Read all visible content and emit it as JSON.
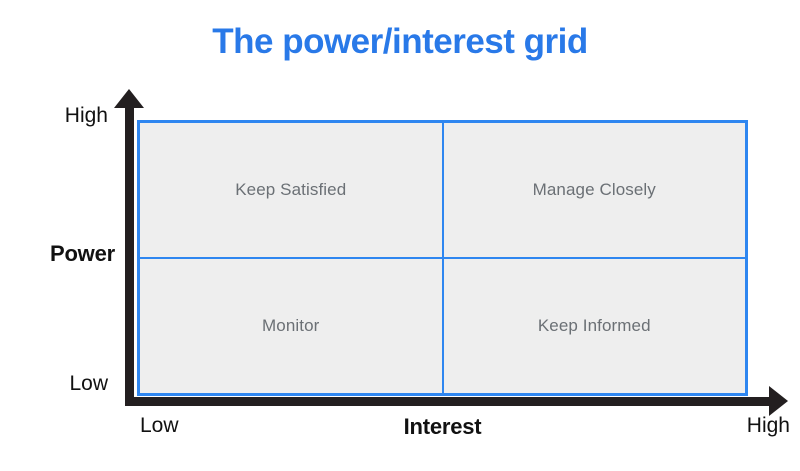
{
  "title": "The power/interest grid",
  "colors": {
    "title": "#2979e8",
    "grid_border": "#2e86f0",
    "cell_fill": "#eeeeee",
    "cell_text": "#6b7075",
    "axis": "#231f20"
  },
  "axes": {
    "y": {
      "title": "Power",
      "high_label": "High",
      "low_label": "Low",
      "arrow": "arrow-up-icon"
    },
    "x": {
      "title": "Interest",
      "low_label": "Low",
      "high_label": "High",
      "arrow": "arrow-right-icon"
    }
  },
  "chart_data": {
    "type": "table",
    "title": "The power/interest grid",
    "xlabel": "Interest",
    "ylabel": "Power",
    "x_ticks": [
      "Low",
      "High"
    ],
    "y_ticks": [
      "Low",
      "High"
    ],
    "grid": true,
    "legend": "none",
    "quadrants": [
      {
        "id": "top-left",
        "label": "Keep Satisfied",
        "power": "High",
        "interest": "Low"
      },
      {
        "id": "top-right",
        "label": "Manage Closely",
        "power": "High",
        "interest": "High"
      },
      {
        "id": "bottom-left",
        "label": "Monitor",
        "power": "Low",
        "interest": "Low"
      },
      {
        "id": "bottom-right",
        "label": "Keep Informed",
        "power": "Low",
        "interest": "High"
      }
    ]
  }
}
